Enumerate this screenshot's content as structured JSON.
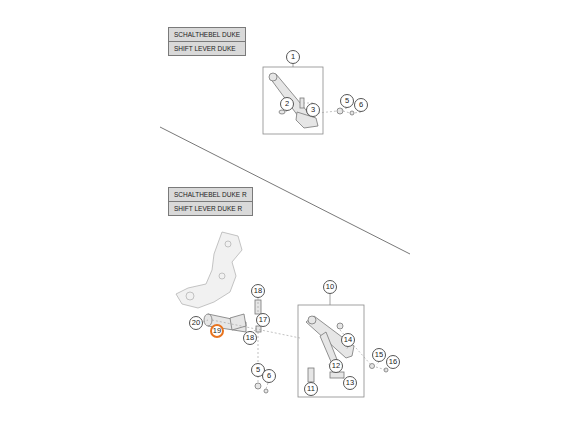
{
  "diagram": {
    "nodes": [
      {
        "text": [
          "SCHALTHEBEL DUKE",
          "SHIFT LEVER DUKE"
        ]
      },
      {
        "text": [
          "1"
        ]
      },
      {
        "text": [
          "2"
        ]
      },
      {
        "text": [
          "3"
        ]
      },
      {
        "text": [
          "5"
        ]
      },
      {
        "text": [
          "6"
        ]
      },
      {
        "text": [
          "SCHALTHEBEL DUKE R",
          "SHIFT LEVER DUKE R"
        ]
      },
      {
        "text": [
          "18"
        ]
      },
      {
        "text": [
          "20"
        ]
      },
      {
        "text": [
          "19"
        ]
      },
      {
        "text": [
          "17"
        ]
      },
      {
        "text": [
          "18"
        ]
      },
      {
        "text": [
          "10"
        ]
      },
      {
        "text": [
          "14"
        ]
      },
      {
        "text": [
          "12"
        ]
      },
      {
        "text": [
          "11"
        ]
      },
      {
        "text": [
          "13"
        ]
      },
      {
        "text": [
          "15"
        ]
      },
      {
        "text": [
          "16"
        ]
      },
      {
        "text": [
          "5"
        ]
      },
      {
        "text": [
          "6"
        ]
      }
    ]
  }
}
